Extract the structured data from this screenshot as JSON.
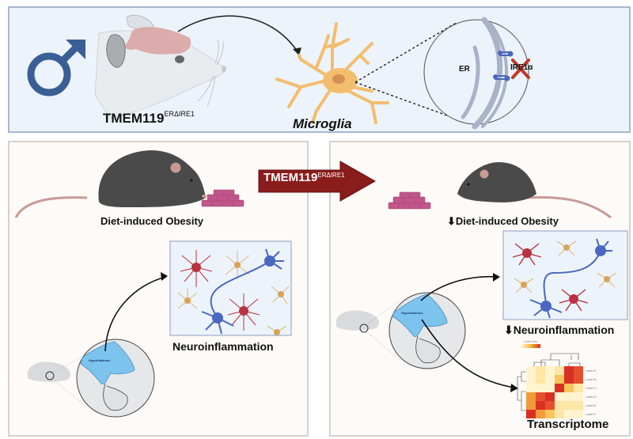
{
  "figure": {
    "type": "graphical-abstract",
    "top_panel": {
      "sex_symbol": "male-symbol-icon",
      "mouse_model_label": "TMEM119",
      "mouse_model_superscript": "ERΔIRE1",
      "cell_label": "Microglia",
      "zoom_labels": {
        "organelle": "ER",
        "protein": "IRE1α",
        "protein_status": "deleted"
      }
    },
    "left_panel": {
      "condition_label": "Diet-induced Obesity",
      "brain_region_label": "Hypothalamus",
      "outcome_label": "Neuroinflammation"
    },
    "transition_arrow": {
      "label": "TMEM119",
      "superscript": "ERΔIRE1"
    },
    "right_panel": {
      "condition_label": "Diet-induced Obesity",
      "condition_prefix_icon": "down-arrow-icon",
      "brain_region_label": "Hypothalamus",
      "outcome_label": "Neuroinflammation",
      "outcome_prefix_icon": "down-arrow-icon",
      "transcriptome_label": "Transcriptome",
      "heatmap": {
        "color_key_label": "Color key",
        "row_labels": [
          "Label A",
          "Label B",
          "Label C",
          "Label D",
          "Label E",
          "Label F"
        ]
      }
    },
    "colors": {
      "male_symbol": "#3a5f96",
      "banner": "#8b1c1c",
      "microglia": "#f3bd6e",
      "mouse_dark": "#4a4a4a",
      "food": "#c1568a",
      "hypothalamus": "#7cc3ee",
      "neuron_blue": "#4a68c0",
      "neuron_red": "#b83240",
      "glia_orange": "#d9a35a",
      "ire1_cross": "#c0392b"
    }
  }
}
